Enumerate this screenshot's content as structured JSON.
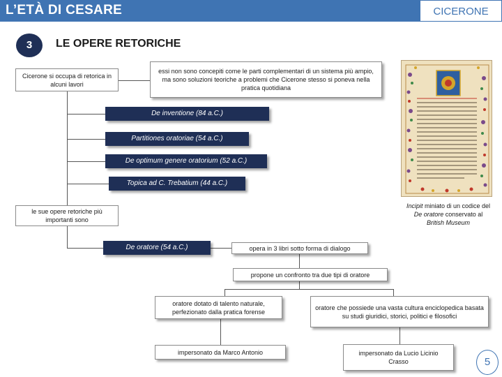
{
  "header": {
    "title": "L’ETÀ DI CESARE",
    "section": "CICERONE"
  },
  "chapter": {
    "number": "3",
    "title": "LE OPERE RETORICHE"
  },
  "intro": {
    "left": "Cicerone si occupa di retorica in alcuni lavori",
    "right": "essi non sono concepiti come le parti complementari di un sistema più ampio, ma sono soluzioni teoriche a problemi che Cicerone stesso si poneva nella pratica quotidiana"
  },
  "works": [
    "De inventione (84 a.C.)",
    "Partitiones oratoriae (54 a.C.)",
    "De optimum genere oratorium (52 a.C.)",
    "Topica ad C. Trebatium (44 a.C.)"
  ],
  "most_important": "le sue opere retoriche più importanti sono",
  "de_oratore": {
    "title": "De oratore (54 a.C.)",
    "description": "opera in 3 libri sotto forma di dialogo",
    "comparison": "propone un confronto tra due tipi di oratore"
  },
  "orators": [
    {
      "description": "oratore dotato di talento naturale, perfezionato dalla pratica forense",
      "embodied_by": "impersonato da Marco Antonio"
    },
    {
      "description": "oratore che possiede una vasta cultura enciclopedica basata su studi giuridici, storici, politici e filosofici",
      "embodied_by": "impersonato da Lucio Licinio Crasso"
    }
  ],
  "image_caption": {
    "incipit": "Incipit",
    "text_a": " miniato di un codice del ",
    "title": "De oratore",
    "text_b": " conservato al ",
    "museum": "British Museum"
  },
  "page_number": "5",
  "colors": {
    "header_blue": "#3f74b3",
    "dark_navy": "#1f2f56"
  }
}
